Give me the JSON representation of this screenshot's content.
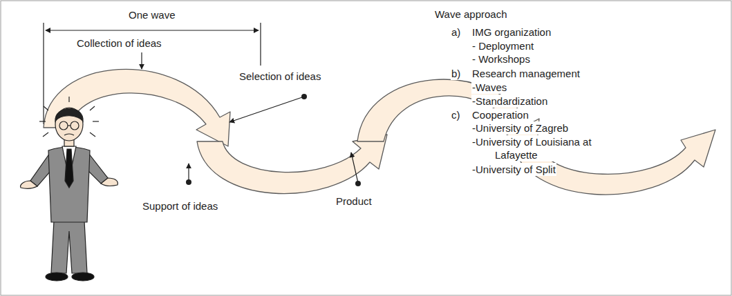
{
  "diagram": {
    "labels": [
      "One wave",
      "Collection of ideas",
      "Selection of ideas",
      "Support of ideas",
      "Product",
      "Wave approach",
      "a)",
      "IMG organization",
      "- Deployment",
      "- Workshops",
      "b)",
      "Research management",
      "-Waves",
      "-Standardization",
      "c)",
      "Cooperation",
      "-University of Zagreb",
      "-University of Louisiana at Lafayette",
      "-University of Split"
    ]
  }
}
